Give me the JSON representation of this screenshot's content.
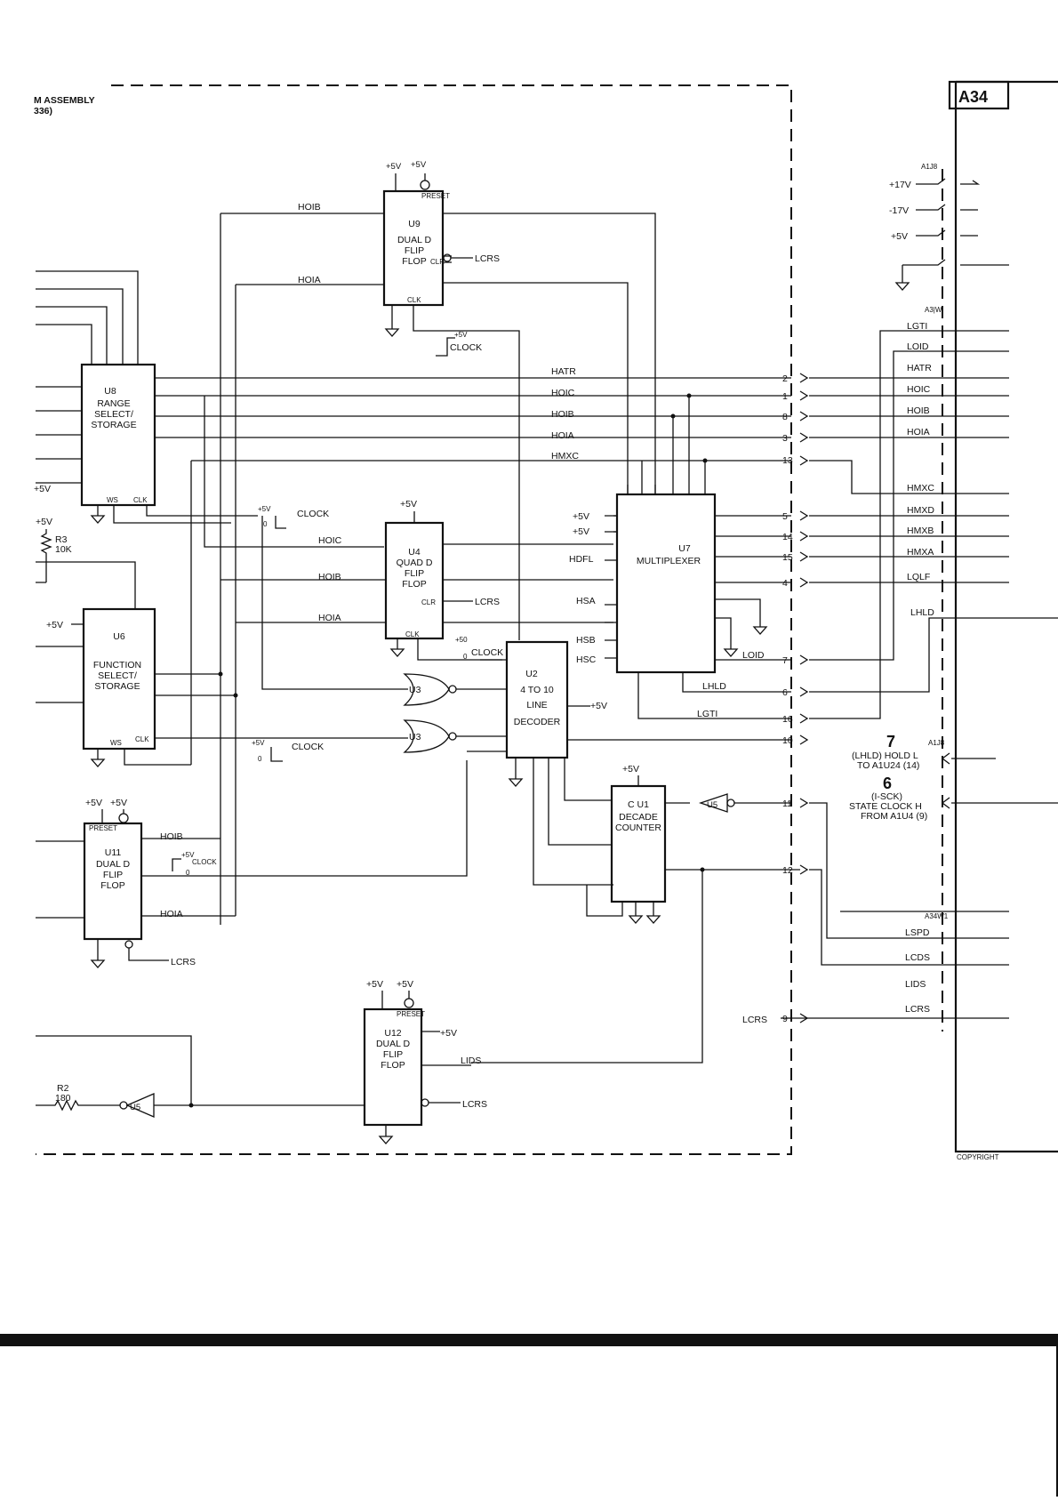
{
  "header": {
    "title_fragment": "M  ASSEMBLY",
    "subtitle_fragment": "336)"
  },
  "board": {
    "id": "A34",
    "copyright": "COPYRIGHT"
  },
  "chips": {
    "u9": {
      "ref": "U9",
      "line1": "DUAL  D",
      "line2": "FLIP",
      "line3": "FLOP"
    },
    "u8": {
      "ref": "U8",
      "line1": "RANGE",
      "line2": "SELECT/",
      "line3": "STORAGE"
    },
    "u4": {
      "ref": "U4",
      "line1": "QUAD D",
      "line2": "FLIP",
      "line3": "FLOP"
    },
    "u7": {
      "ref": "U7",
      "line1": "MULTIPLEXER"
    },
    "u6": {
      "ref": "U6",
      "line1": "FUNCTION",
      "line2": "SELECT/",
      "line3": "STORAGE"
    },
    "u2": {
      "ref": "U2",
      "line1": "4 TO 10",
      "line2": "LINE",
      "line3": "DECODER"
    },
    "u1": {
      "ref": "C U1",
      "line1": "DECADE",
      "line2": "COUNTER"
    },
    "u11": {
      "ref": "U11",
      "line1": "DUAL  D",
      "line2": "FLIP",
      "line3": "FLOP"
    },
    "u12": {
      "ref": "U12",
      "line1": "DUAL  D",
      "line2": "FLIP",
      "line3": "FLOP"
    },
    "u3": {
      "ref": "U3"
    },
    "u5": {
      "ref": "U5"
    }
  },
  "labels": {
    "v5": "+5V",
    "v17": "+17V",
    "vm17": "-17V",
    "preset": "PRESET",
    "clk": "CLK",
    "clr": "CLR",
    "ws": "WS",
    "clock": "CLOCK",
    "zero": "0",
    "p50": "+50",
    "lcrs": "LCRS",
    "lids": "LIDS",
    "loid": "LOID",
    "lhld": "LHLD",
    "lgti": "LGTI",
    "lqlf": "LQLF",
    "lspd": "LSPD",
    "lcds": "LCDS",
    "hoib": "HOIB",
    "hoia": "HOIA",
    "hoic": "HOIC",
    "hatr": "HATR",
    "hmxc": "HMXC",
    "hmxd": "HMXD",
    "hmxb": "HMXB",
    "hmxa": "HMXA",
    "hdfl": "HDFL",
    "hsa": "HSA",
    "hsb": "HSB",
    "hsc": "HSC",
    "r3": "R3",
    "r3v": "10K",
    "r2": "R2",
    "r2v": "180",
    "a1j8": "A1J8",
    "a3w1": "A3|W",
    "a34w1": "A34W1",
    "note7_num": "7",
    "note7_l1": "(LHLD) HOLD L",
    "note7_l2": "TO A1U24 (14)",
    "note6_num": "6",
    "note6_l1": "(I-SCK)",
    "note6_l2": "STATE CLOCK H",
    "note6_l3": "FROM A1U4 (9)"
  },
  "connector_pins": [
    "2",
    "1",
    "8",
    "3",
    "13",
    "5",
    "14",
    "15",
    "4",
    "7",
    "6",
    "16",
    "10",
    "11",
    "12",
    "9"
  ]
}
